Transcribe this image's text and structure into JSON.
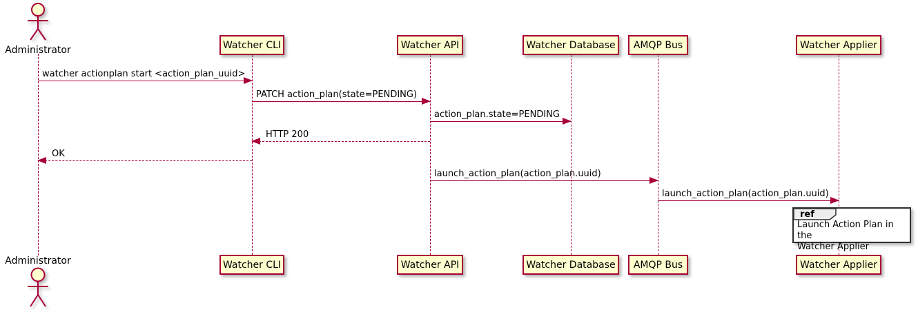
{
  "diagram": {
    "type": "sequence-diagram",
    "tool_style": "plantuml"
  },
  "participants": [
    {
      "name": "Administrator",
      "kind": "actor"
    },
    {
      "name": "Watcher CLI",
      "kind": "participant"
    },
    {
      "name": "Watcher API",
      "kind": "participant"
    },
    {
      "name": "Watcher Database",
      "kind": "participant"
    },
    {
      "name": "AMQP Bus",
      "kind": "participant"
    },
    {
      "name": "Watcher Applier",
      "kind": "participant"
    }
  ],
  "messages": [
    {
      "from": "Administrator",
      "to": "Watcher CLI",
      "text": "watcher actionplan start <action_plan_uuid>",
      "style": "solid"
    },
    {
      "from": "Watcher CLI",
      "to": "Watcher API",
      "text": "PATCH action_plan(state=PENDING)",
      "style": "solid"
    },
    {
      "from": "Watcher API",
      "to": "Watcher Database",
      "text": "action_plan.state=PENDING",
      "style": "solid"
    },
    {
      "from": "Watcher API",
      "to": "Watcher CLI",
      "text": "HTTP 200",
      "style": "dashed-reply"
    },
    {
      "from": "Watcher CLI",
      "to": "Administrator",
      "text": "OK",
      "style": "dashed-reply"
    },
    {
      "from": "Watcher API",
      "to": "AMQP Bus",
      "text": "launch_action_plan(action_plan.uuid)",
      "style": "solid"
    },
    {
      "from": "AMQP Bus",
      "to": "Watcher Applier",
      "text": "launch_action_plan(action_plan.uuid)",
      "style": "solid"
    }
  ],
  "ref_fragment": {
    "keyword": "ref",
    "over": "Watcher Applier",
    "text": "Launch Action Plan in the\nWatcher Applier"
  },
  "colors": {
    "participant_fill": "#FEFECE",
    "participant_border": "#A80036",
    "lifeline": "#A80036",
    "arrow": "#A80036",
    "text": "#000000",
    "ref_border": "#2F2F2F",
    "ref_header_fill": "#EEEEEE",
    "background": "#FFFFFF"
  }
}
